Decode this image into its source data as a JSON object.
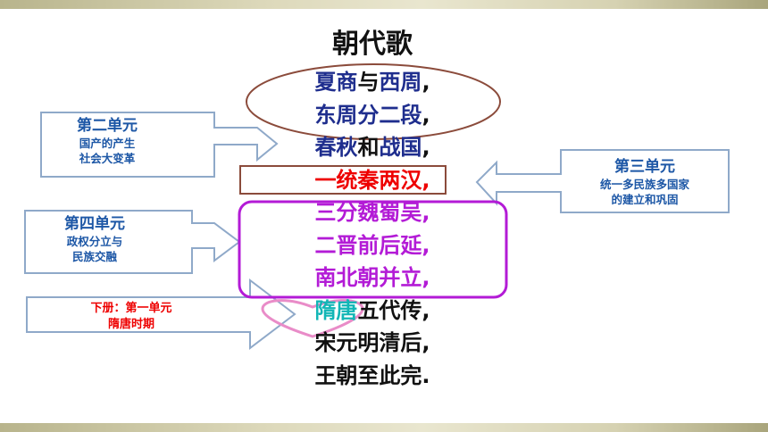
{
  "title": "朝代歌",
  "lines": [
    {
      "seg": [
        "夏商",
        "与",
        "西周",
        ","
      ]
    },
    {
      "seg": [
        "东周分二段",
        ","
      ]
    },
    {
      "seg": [
        "春秋",
        "和",
        "战国",
        ","
      ]
    },
    {
      "seg": [
        "一统秦两汉,"
      ]
    },
    {
      "seg": [
        "三分魏蜀吴,"
      ]
    },
    {
      "seg": [
        "二晋前后延,"
      ]
    },
    {
      "seg": [
        "南北朝并立,"
      ]
    },
    {
      "seg": [
        "隋唐",
        "五代传,"
      ]
    },
    {
      "seg": [
        "宋元明清后,"
      ]
    },
    {
      "seg": [
        "王朝至此完."
      ]
    }
  ],
  "callouts": {
    "unit2": {
      "title": "第二单元",
      "sub1": "国产的产生",
      "sub2": "社会大变革"
    },
    "unit3": {
      "title": "第三单元",
      "sub1": "统一多民族多国家",
      "sub2": "的建立和巩固"
    },
    "unit4": {
      "title": "第四单元",
      "sub1": "政权分立与",
      "sub2": "民族交融"
    },
    "vol2": {
      "sub1": "下册：第一单元",
      "sub2": "隋唐时期"
    }
  },
  "colors": {
    "callout_text": "#1d57a6",
    "callout_border": "#8fa9c9",
    "ellipse": "#8b4b3b",
    "purple": "#b31bd6",
    "red": "#ee0000",
    "teal": "#12b6b6",
    "heart": "#e98cc8"
  }
}
